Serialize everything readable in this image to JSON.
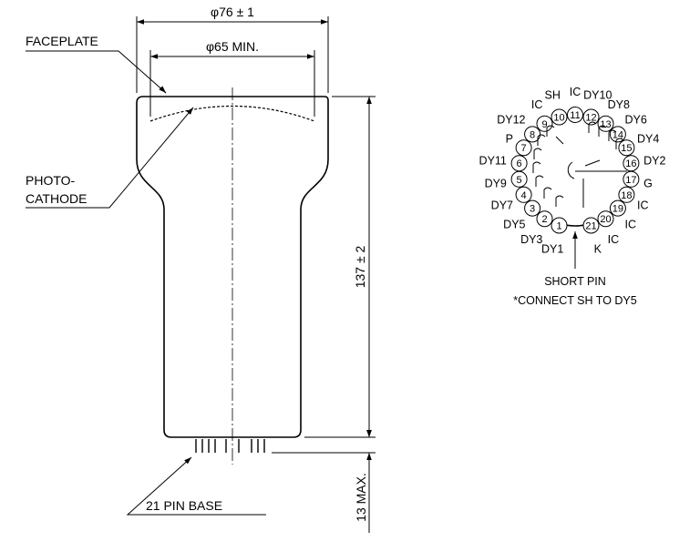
{
  "drawing": {
    "dim_outer_diameter": "φ76 ± 1",
    "dim_photocathode_diameter": "φ65 MIN.",
    "dim_length": "137 ± 2",
    "dim_base_length": "13 MAX.",
    "label_faceplate": "FACEPLATE",
    "label_photocathode_line1": "PHOTO-",
    "label_photocathode_line2": "CATHODE",
    "label_pin_base": "21 PIN BASE"
  },
  "base_diagram": {
    "pins": [
      {
        "num": "1",
        "label": "DY1"
      },
      {
        "num": "2",
        "label": "DY3"
      },
      {
        "num": "3",
        "label": "DY5"
      },
      {
        "num": "4",
        "label": "DY7"
      },
      {
        "num": "5",
        "label": "DY9"
      },
      {
        "num": "6",
        "label": "DY11"
      },
      {
        "num": "7",
        "label": "P"
      },
      {
        "num": "8",
        "label": "DY12"
      },
      {
        "num": "9",
        "label": "IC"
      },
      {
        "num": "10",
        "label": "SH"
      },
      {
        "num": "11",
        "label": "IC"
      },
      {
        "num": "12",
        "label": "DY10"
      },
      {
        "num": "13",
        "label": "DY8"
      },
      {
        "num": "14",
        "label": "DY6"
      },
      {
        "num": "15",
        "label": "DY4"
      },
      {
        "num": "16",
        "label": "DY2"
      },
      {
        "num": "17",
        "label": "G"
      },
      {
        "num": "18",
        "label": "IC"
      },
      {
        "num": "19",
        "label": "IC"
      },
      {
        "num": "20",
        "label": "IC"
      },
      {
        "num": "21",
        "label": "K"
      }
    ],
    "short_pin_label": "SHORT PIN",
    "note": "*CONNECT SH TO DY5"
  }
}
